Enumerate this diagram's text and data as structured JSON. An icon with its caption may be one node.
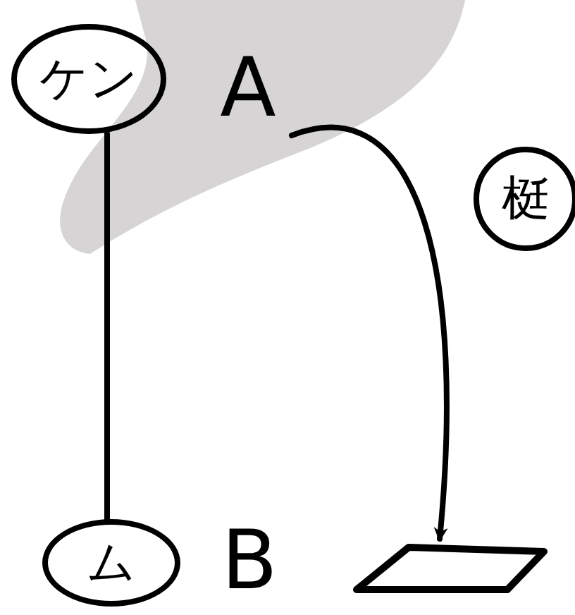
{
  "diagram": {
    "nodes": [
      {
        "text": [
          "ケン"
        ]
      },
      {
        "text": [
          "A"
        ]
      },
      {
        "text": [
          "ム"
        ]
      },
      {
        "text": [
          "B"
        ]
      },
      {
        "text": [],
        "shape": "box"
      },
      {
        "text": [
          "梃"
        ]
      }
    ],
    "edges": [
      {
        "from": 0,
        "to": 2,
        "arrow": "none"
      },
      {
        "from": 1,
        "to": 4,
        "arrow": "to"
      }
    ]
  }
}
